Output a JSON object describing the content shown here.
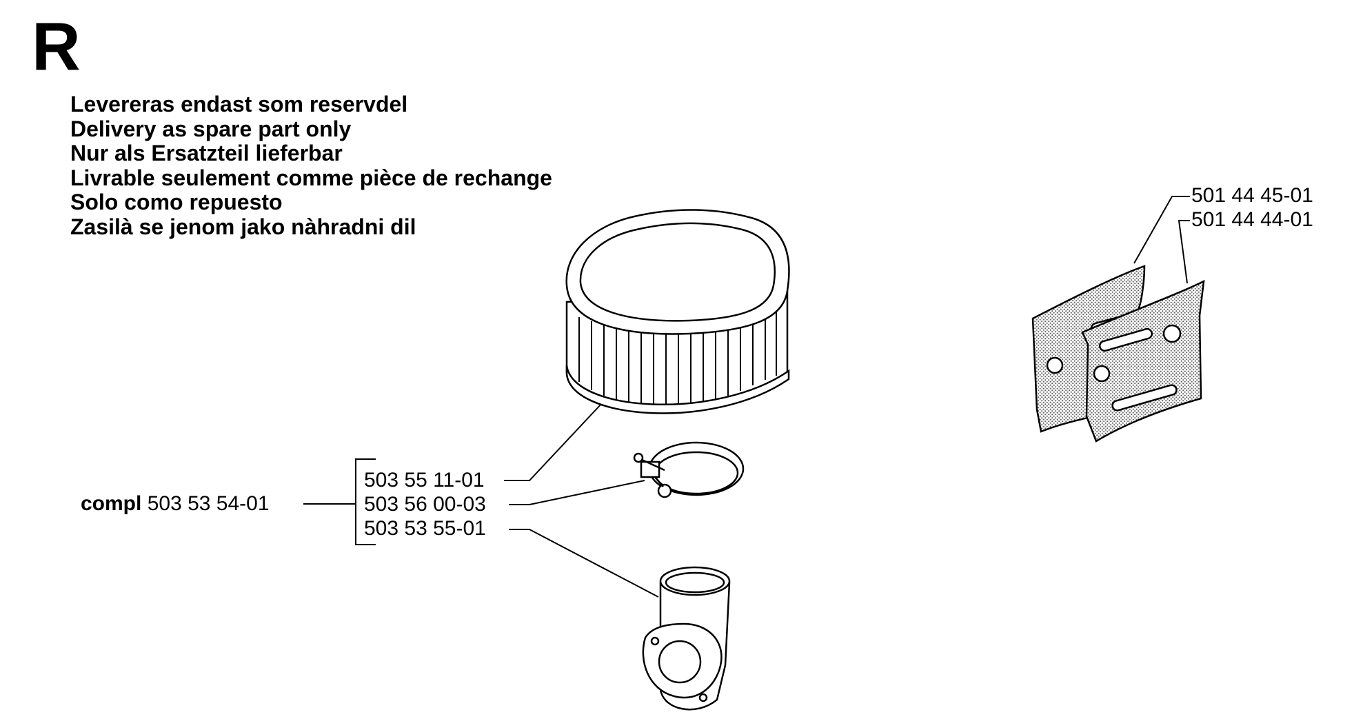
{
  "section": {
    "letter": "R"
  },
  "notice": {
    "lines": [
      "Levereras endast som reservdel",
      "Delivery as spare part only",
      "Nur als Ersatzteil lieferbar",
      "Livrable seulement comme pièce de rechange",
      "Solo como repuesto",
      "Zasilà se jenom jako nàhradni dil"
    ]
  },
  "kit": {
    "prefix": "compl",
    "part_number": "503 53 54-01",
    "items": [
      {
        "part_number": "503 55 11-01",
        "depicts": "air-filter"
      },
      {
        "part_number": "503 56 00-03",
        "depicts": "hose-clamp"
      },
      {
        "part_number": "503 53 55-01",
        "depicts": "intake-elbow"
      }
    ]
  },
  "plates": {
    "items": [
      {
        "part_number": "501 44 45-01",
        "depicts": "guide-plate-rear"
      },
      {
        "part_number": "501 44 44-01",
        "depicts": "guide-plate-front"
      }
    ]
  },
  "colors": {
    "ink": "#000000",
    "paper": "#ffffff",
    "stipple": "#9a9a9a"
  }
}
